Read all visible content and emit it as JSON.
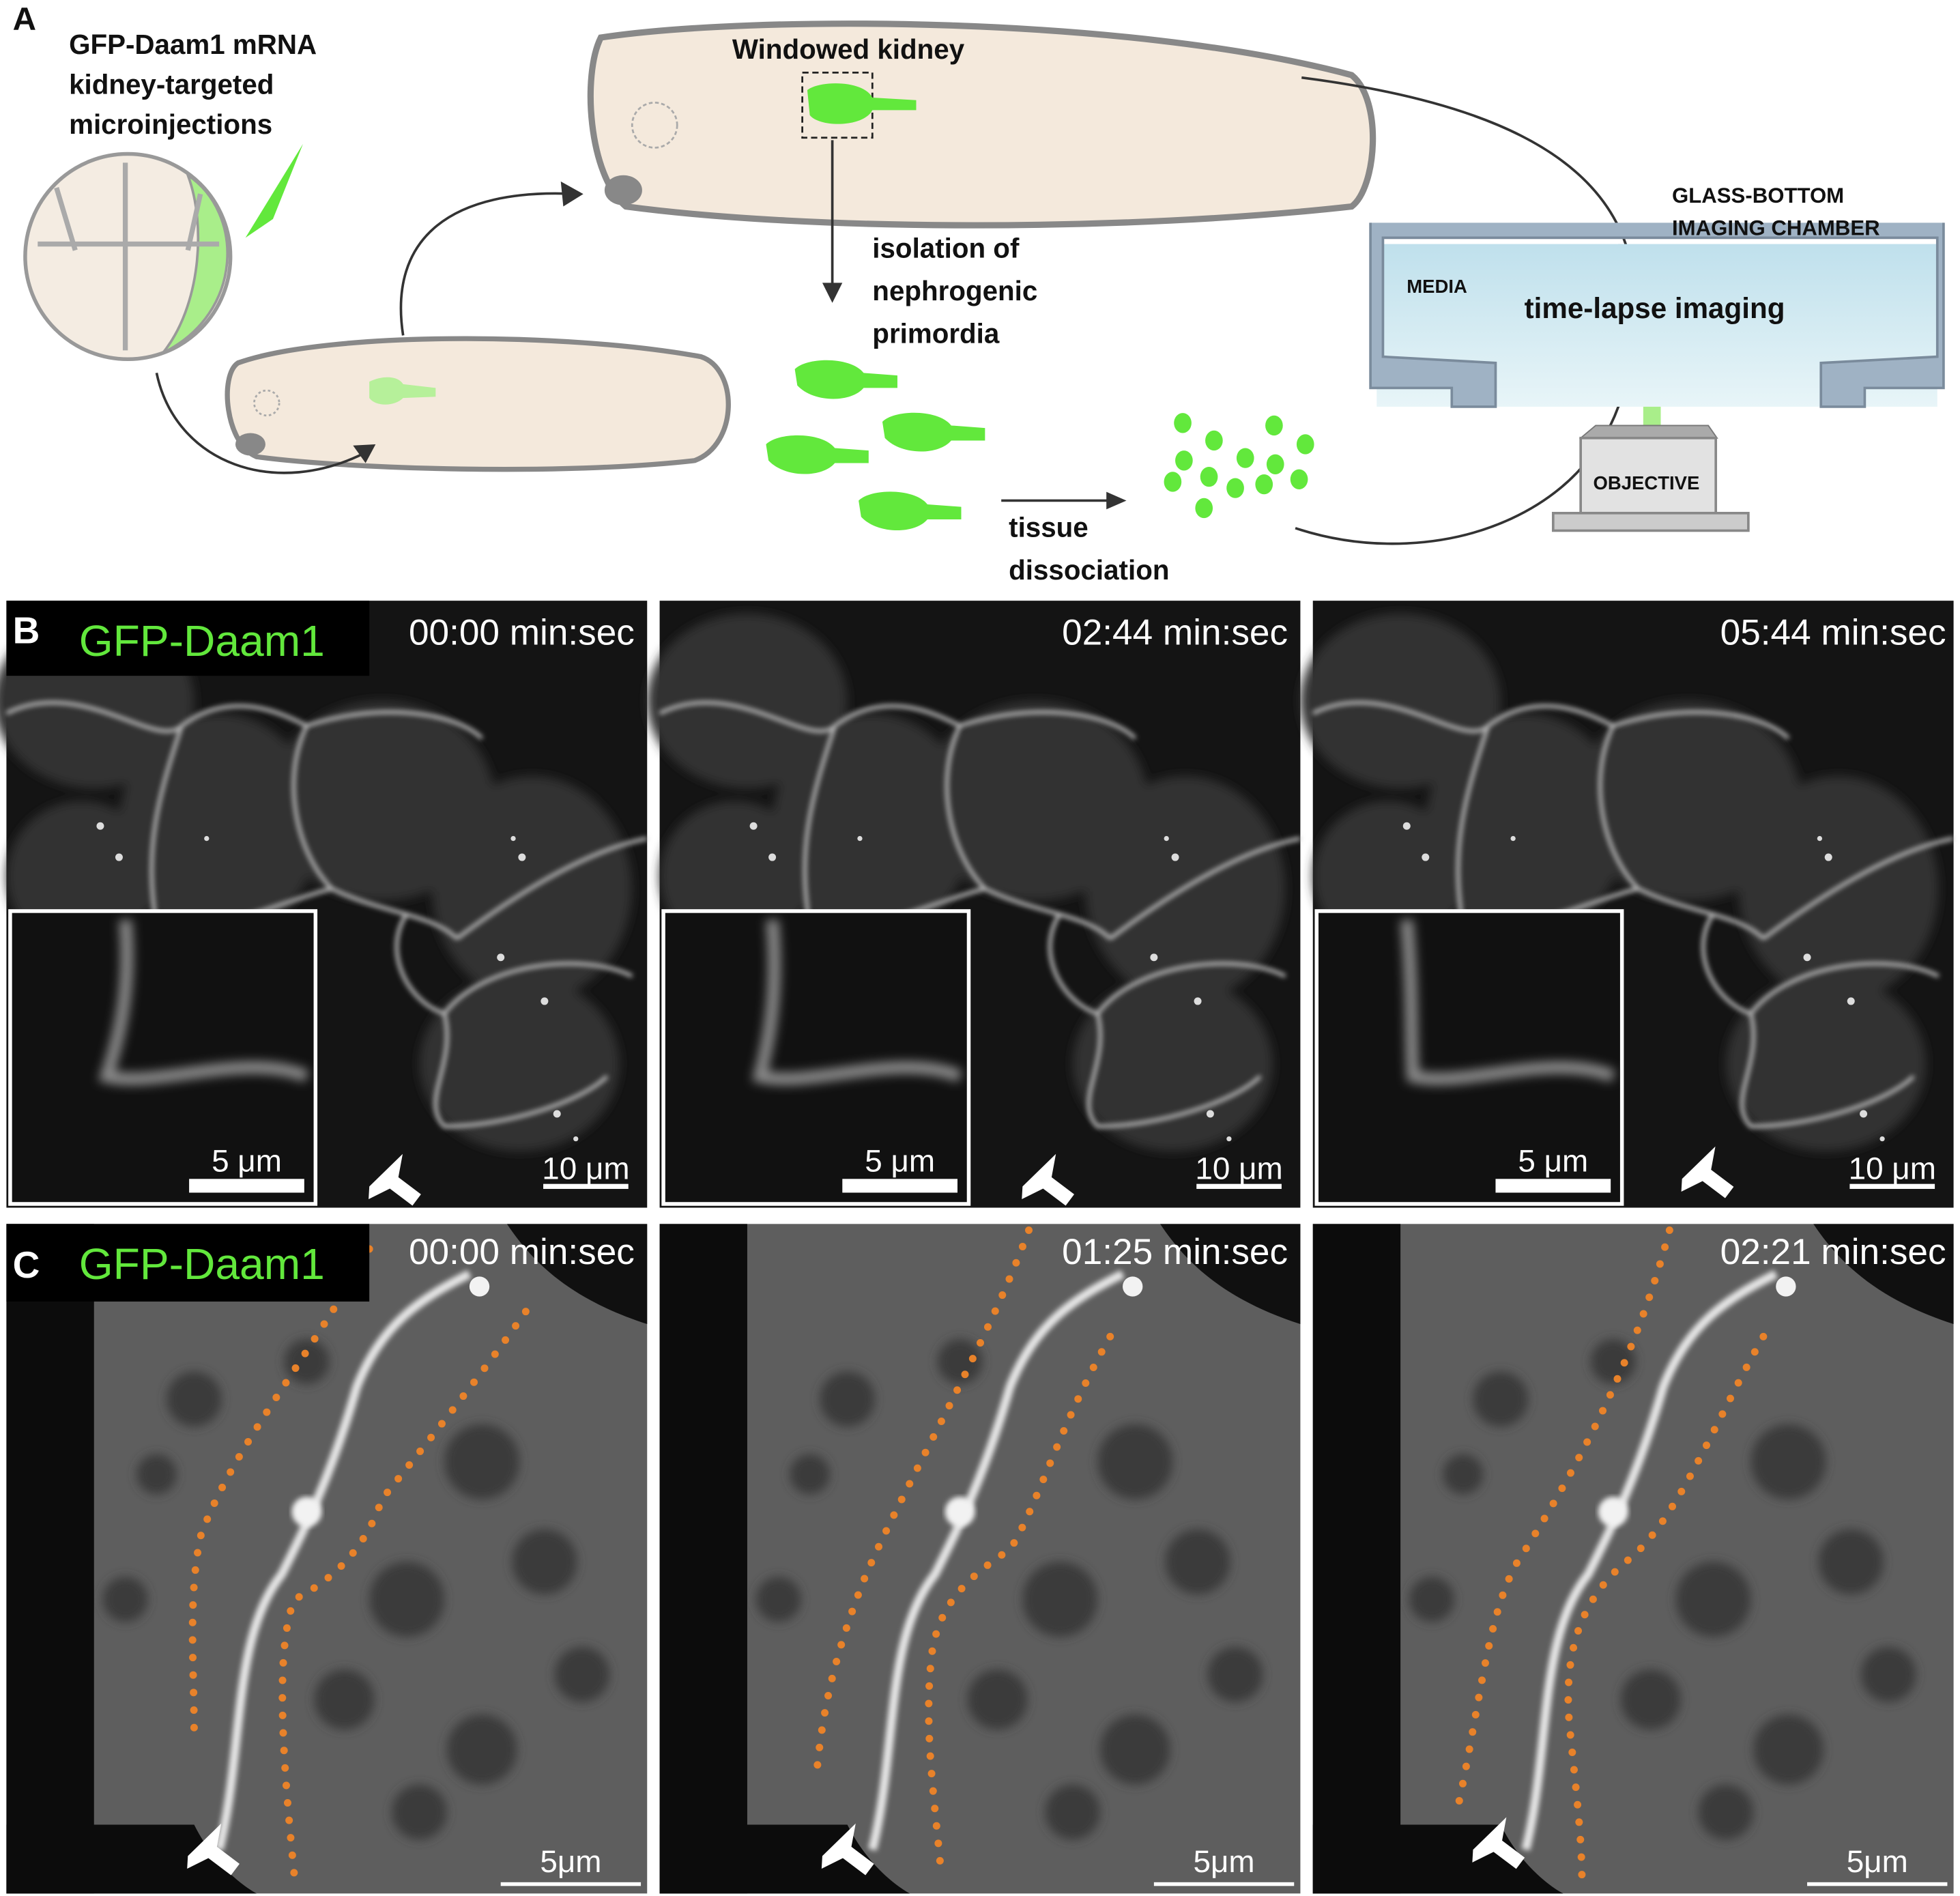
{
  "panel_a": {
    "label": "A",
    "injection_lines": [
      "GFP-Daam1 mRNA",
      "kidney-targeted",
      "microinjections"
    ],
    "windowed_kidney": "Windowed kidney",
    "isolation_lines": [
      "isolation of",
      "nephrogenic",
      "primordia"
    ],
    "dissociation_lines": [
      "tissue",
      "dissociation"
    ],
    "chamber_lines": [
      "GLASS-BOTTOM",
      "IMAGING CHAMBER"
    ],
    "media": "MEDIA",
    "imaging": "time-lapse imaging",
    "objective": "OBJECTIVE"
  },
  "panel_b": {
    "label": "B",
    "marker": "GFP-Daam1",
    "timestamps": [
      "00:00 min:sec",
      "02:44 min:sec",
      "05:44 min:sec"
    ],
    "inset_scale": "5 μm",
    "scale": "10 μm"
  },
  "panel_c": {
    "label": "C",
    "marker": "GFP-Daam1",
    "timestamps": [
      "00:00 min:sec",
      "01:25 min:sec",
      "02:21 min:sec"
    ],
    "scale": "5μm"
  },
  "colors": {
    "gfp": "#62e83c",
    "orange": "#e8822a",
    "tissue": "#f4e9dc"
  }
}
